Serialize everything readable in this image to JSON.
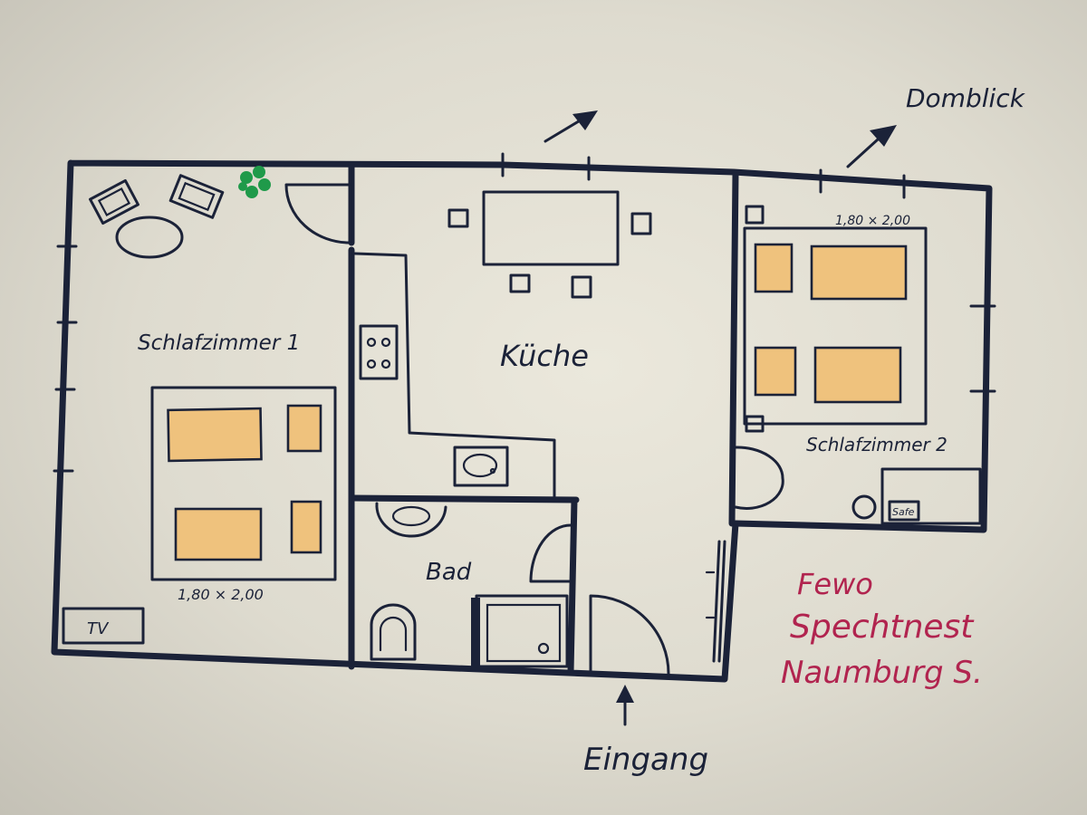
{
  "labels": {
    "room_bedroom_1": "Schlafzimmer 1",
    "room_kitchen": "Küche",
    "room_bedroom_2": "Schlafzimmer 2",
    "room_bath": "Bad",
    "bed_size_1": "1,80 × 2,00",
    "bed_size_2": "1,80 × 2,00",
    "tv": "TV",
    "safe": "Safe",
    "view": "Domblick",
    "entrance": "Eingang"
  },
  "signature": {
    "line1": "Fewo",
    "line2": "Spechtnest",
    "line3": "Naumburg S."
  },
  "colors": {
    "ink": "#1b2238",
    "bed_fill": "#efc27d",
    "plant": "#1f9a4a",
    "signature": "#b1244f"
  }
}
